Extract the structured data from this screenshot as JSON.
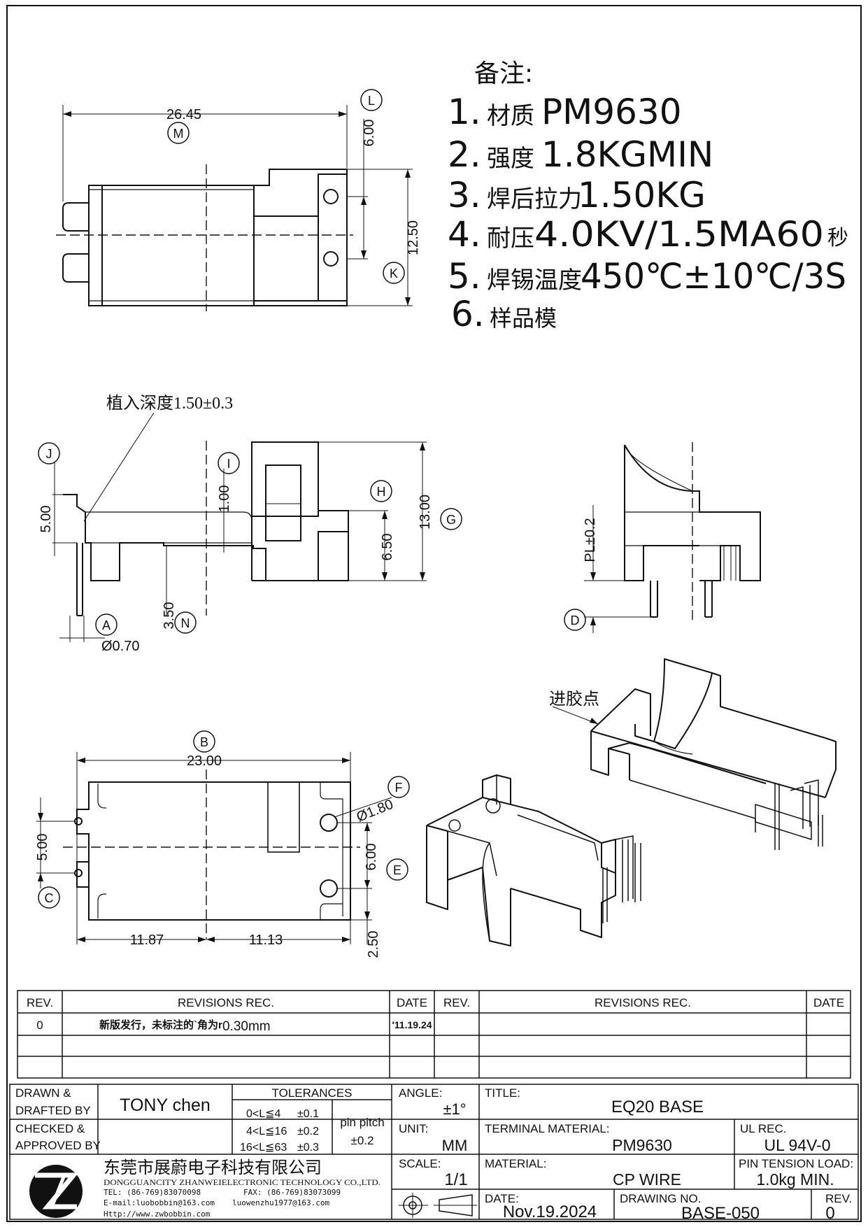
{
  "notes": {
    "heading": "备注:",
    "items": [
      {
        "num": "1.",
        "label": "材质",
        "value": "PM9630"
      },
      {
        "num": "2.",
        "label": "强度",
        "value": "1.8KGMIN"
      },
      {
        "num": "3.",
        "label": "焊后拉力",
        "value": "1.50KG"
      },
      {
        "num": "4.",
        "label": "耐压",
        "value": "4.0KV/1.5MA60",
        "suffix": "秒"
      },
      {
        "num": "5.",
        "label": "焊锡温度",
        "value": "450℃±10℃/3S"
      },
      {
        "num": "6.",
        "label": "样品模",
        "value": ""
      }
    ]
  },
  "top_view": {
    "dim_width": "26.45",
    "dim_right": "6.00",
    "dim_height": "12.50",
    "label_M": "M",
    "label_L": "L",
    "label_K": "K"
  },
  "side_view": {
    "callout": "植入深度1.50±0.3",
    "dim_I": "1.00",
    "dim_J": "5.00",
    "dim_H": "6.50",
    "dim_G": "13.00",
    "dim_N": "3.50",
    "dim_A": "Ø0.70",
    "label_J": "J",
    "label_I": "I",
    "label_H": "H",
    "label_G": "G",
    "label_A": "A",
    "label_N": "N"
  },
  "end_view": {
    "dim_PL": "PL±0.2",
    "label_D": "D"
  },
  "bottom_view": {
    "dim_width": "23.00",
    "dim_left": "11.87",
    "dim_right": "11.13",
    "dim_C": "5.00",
    "dim_E": "6.00",
    "dim_bottom": "2.50",
    "dim_hole": "Ø1.80",
    "label_B": "B",
    "label_F": "F",
    "label_C": "C",
    "label_E": "E"
  },
  "iso_view": {
    "gate_label": "进胶点"
  },
  "revisions": {
    "headers": [
      "REV.",
      "REVISIONS   REC.",
      "DATE",
      "REV.",
      "REVISIONS   REC.",
      "DATE"
    ],
    "rows": [
      {
        "rev": "0",
        "text": "新版发行，未标注的`角为r",
        "value": "0.30mm",
        "date": "'11.19.24"
      }
    ]
  },
  "title_block": {
    "drawn_label": "DRAWN &\nDRAFTED BY",
    "drawn_by": "TONY chen",
    "checked_label": "CHECKED &\nAPPROVED BY",
    "tolerances_header": "TOLERANCES",
    "tolerances": [
      {
        "range": "0<L≦4",
        "tol": "±0.1"
      },
      {
        "range": "4<L≦16",
        "tol": "±0.2"
      },
      {
        "range": "16<L≦63",
        "tol": "±0.3"
      }
    ],
    "pin_pitch_label": "pin pitch",
    "pin_pitch_tol": "±0.2",
    "angle_label": "ANGLE:",
    "angle_value": "±1°",
    "unit_label": "UNIT:",
    "unit_value": "MM",
    "scale_label": "SCALE:",
    "scale_value": "1/1",
    "title_label": "TITLE:",
    "title_value": "EQ20  BASE",
    "terminal_label": "TERMINAL  MATERIAL:",
    "terminal_value": "PM9630",
    "ul_label": "UL  REC.",
    "ul_value": "UL  94V-0",
    "material_label": "MATERIAL:",
    "material_value": "CP  WIRE",
    "pin_tension_label": "PIN  TENSION  LOAD:",
    "pin_tension_value": "1.0kg  MIN.",
    "date_label": "DATE:",
    "date_value": "Nov.19.2024",
    "drawing_no_label": "DRAWING  NO.",
    "drawing_no_value": "BASE-050",
    "rev_label": "REV.",
    "rev_value": "0",
    "company_cn": "东莞市展蔚电子科技有限公司",
    "company_en": "DONGGUANCITY ZHANWEIELECTRONIC TECHNOLOGY CO.,LTD.",
    "tel": "TEL: (86-769)83070098",
    "fax": "FAX: (86-769)83073099",
    "email1": "E-mail:luobobbin@163.com",
    "email2": "luowenzhu1977@163.com",
    "website": "Http://www.zwbobbin.com"
  }
}
